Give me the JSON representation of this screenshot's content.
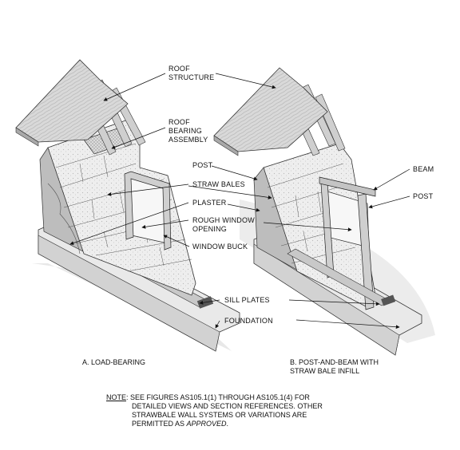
{
  "labels": {
    "roof_structure": "ROOF\nSTRUCTURE",
    "roof_bearing_assembly": "ROOF\nBEARING\nASSEMBLY",
    "post_left": "POST",
    "straw_bales": "STRAW BALES",
    "plaster": "PLASTER",
    "rough_window_opening": "ROUGH WINDOW\nOPENING",
    "window_buck": "WINDOW BUCK",
    "sill_plates": "SILL PLATES",
    "foundation": "FOUNDATION",
    "beam": "BEAM",
    "post_right": "POST"
  },
  "captions": {
    "a": "A. LOAD-BEARING",
    "b": "B. POST-AND-BEAM WITH\nSTRAW BALE INFILL"
  },
  "note": {
    "heading": "NOTE",
    "line1": ": SEE FIGURES AS105.1(1) THROUGH AS105.1(4) FOR",
    "line2": "DETAILED VIEWS AND SECTION REFERENCES. OTHER",
    "line3": "STRAWBALE WALL SYSTEMS OR VARIATIONS ARE",
    "line4_prefix": "PERMITTED AS ",
    "line4_emph": "APPROVED",
    "line4_suffix": "."
  }
}
